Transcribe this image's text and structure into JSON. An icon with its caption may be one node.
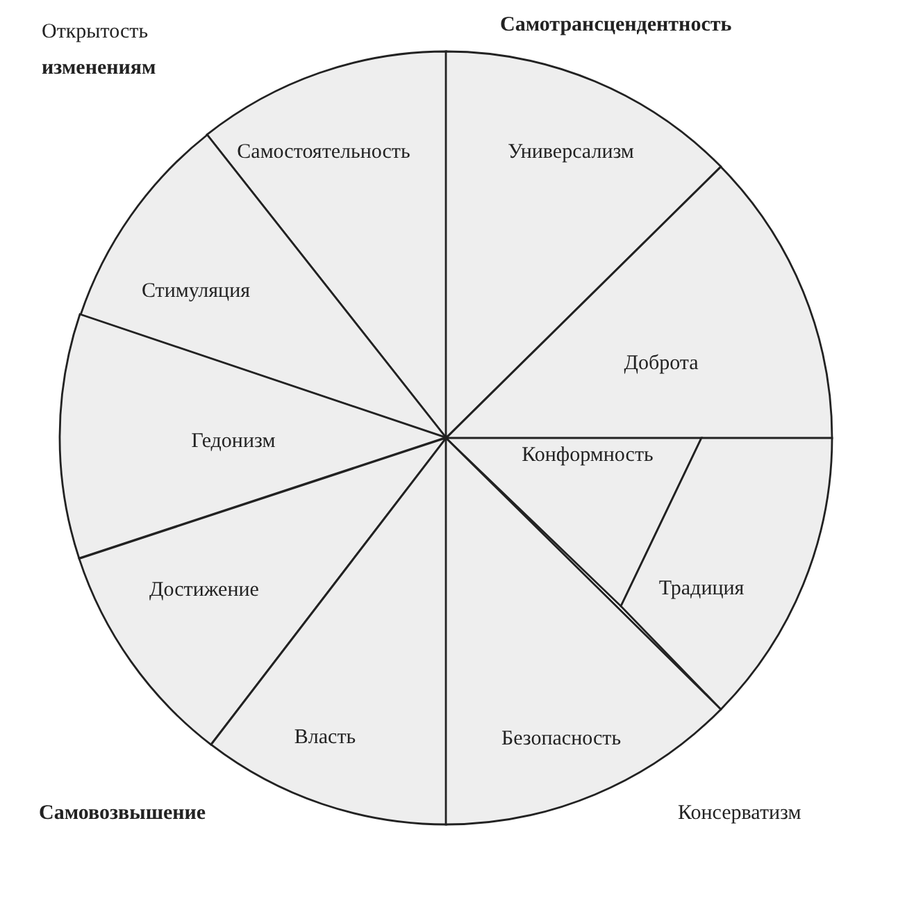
{
  "diagram": {
    "nodes": [
      {
        "text": [
          "Самостоятельность"
        ]
      },
      {
        "text": [
          "Универсализм"
        ]
      },
      {
        "text": [
          "Стимуляция"
        ]
      },
      {
        "text": [
          "Доброта"
        ]
      },
      {
        "text": [
          "Гедонизм"
        ]
      },
      {
        "text": [
          "Конформность"
        ]
      },
      {
        "text": [
          "Традиция"
        ]
      },
      {
        "text": [
          "Достижение"
        ]
      },
      {
        "text": [
          "Власть"
        ]
      },
      {
        "text": [
          "Безопасность"
        ]
      }
    ],
    "labels": [
      "Открытость **изменениям**",
      "Самотрансцендентность",
      "Самовозвышение",
      "Консерватизм"
    ]
  }
}
